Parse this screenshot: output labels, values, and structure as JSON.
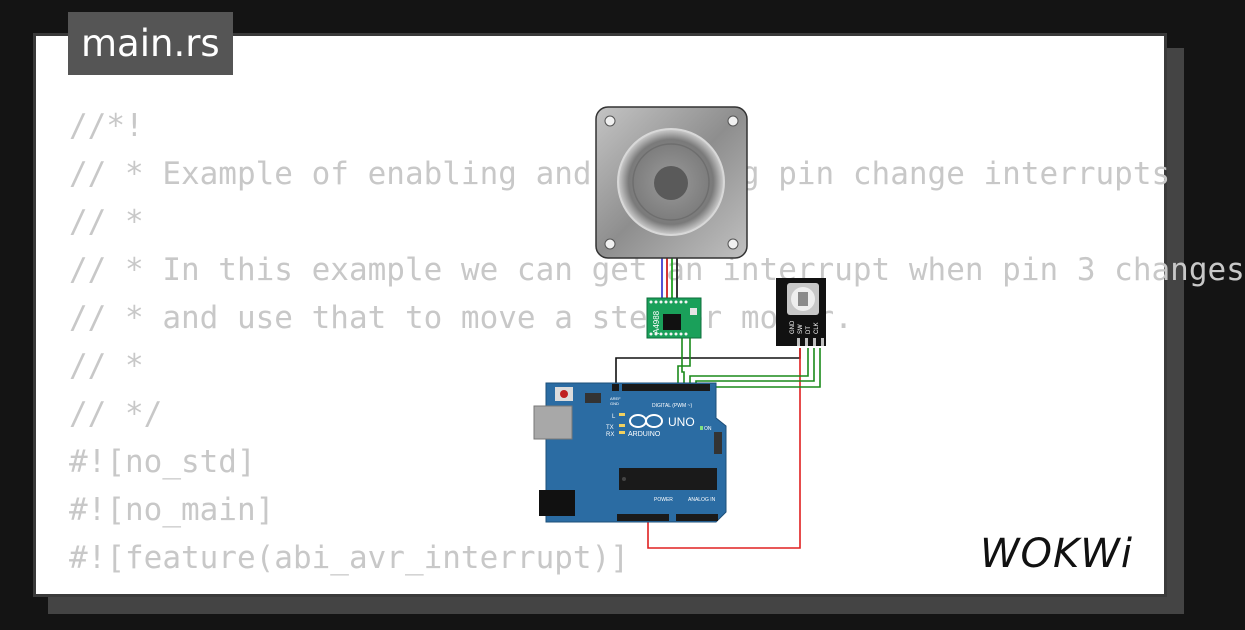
{
  "file_tab": {
    "title": "main.rs"
  },
  "code_lines": [
    "//*!",
    "// * Example of enabling and handling pin change interrupts",
    "// *",
    "// * In this example we can get an interrupt when pin 3 changes",
    "// * and use that to move a stepper motor.",
    "// *",
    "// */",
    "#![no_std]",
    "#![no_main]",
    "#![feature(abi_avr_interrupt)]"
  ],
  "components": {
    "driver_label": "A4988",
    "encoder_pins": [
      "GND",
      "SW",
      "DT",
      "CLK"
    ],
    "arduino": {
      "model": "UNO",
      "brand": "ARDUINO",
      "digital_header": "DIGITAL (PWM ~)",
      "power_header": "POWER",
      "analog_header": "ANALOG IN",
      "tx": "TX",
      "rx": "RX",
      "l": "L",
      "on": "ON",
      "aref": "AREF",
      "gnd": "GND"
    }
  },
  "logo": {
    "text": "WOKWi"
  },
  "colors": {
    "background": "#141414",
    "card": "#ffffff",
    "tab": "#555555",
    "code_text": "#c8c8c8",
    "arduino_blue": "#2b6ca3",
    "driver_green": "#1aa05a",
    "wire_red": "#e02020",
    "wire_green": "#1a8a1a",
    "wire_black": "#111111"
  }
}
